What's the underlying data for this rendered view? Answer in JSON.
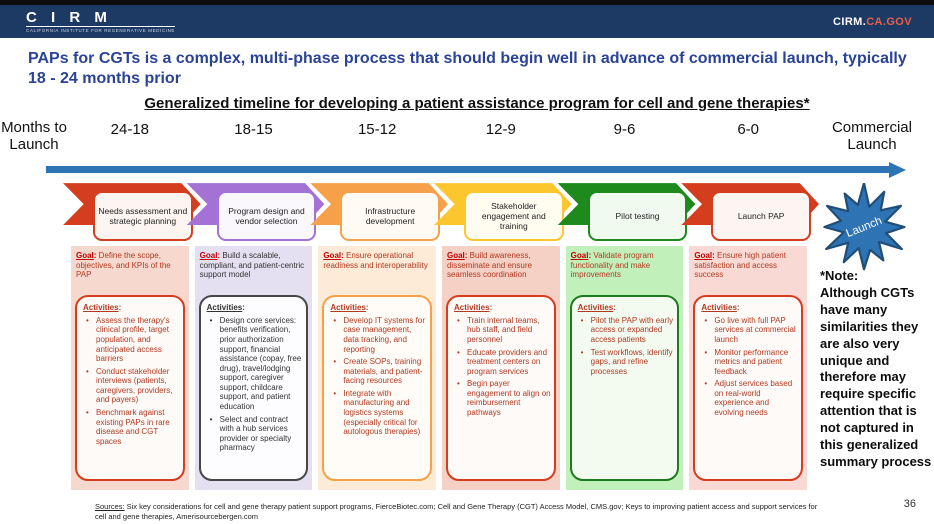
{
  "header": {
    "logo_text": "C I R M",
    "logo_subtext": "california institute for regenerative medicine",
    "site_prefix": "CIRM.",
    "site_suffix": "CA.GOV"
  },
  "title": "PAPs for CGTs is a complex, multi-phase process that should begin well in advance of commercial launch, typically 18 - 24 months prior",
  "subtitle": "Generalized timeline for developing a patient assistance program for cell and gene therapies*",
  "labels": {
    "goal": "Goal",
    "activities": "Activities",
    "colon": ": ",
    "colon2": ":"
  },
  "timeline": {
    "left_label_line1": "Months to",
    "left_label_line2": "Launch",
    "right_label_line1": "Commercial",
    "right_label_line2": "Launch",
    "periods": [
      "24-18",
      "18-15",
      "15-12",
      "12-9",
      "9-6",
      "6-0"
    ],
    "launch_burst": "Launch",
    "arrow_color": "#2e74b5",
    "burst_color": "#2e74b5"
  },
  "phases": [
    {
      "name": "Needs assessment and strategic planning",
      "color": "#d43d1e",
      "goal": "Define the scope, objectives, and KPIs of the PAP",
      "activities": [
        "Assess the therapy's clinical profile, target population, and anticipated access barriers",
        "Conduct stakeholder interviews (patients, caregivers, providers, and payers)",
        "Benchmark against existing PAPs in rare disease and CGT spaces"
      ]
    },
    {
      "name": "Program design and vendor selection",
      "color": "#a372d4",
      "goal": "Build a scalable, compliant, and patient-centric support model",
      "activities": [
        "Design core services: benefits verification, prior authorization support, financial assistance (copay, free drug), travel/lodging support, caregiver support, childcare support, and patient education",
        "Select and contract with a hub services provider or specialty pharmacy"
      ]
    },
    {
      "name": "Infrastructure development",
      "color": "#f6a04a",
      "goal": "Ensure operational readiness and interoperability",
      "activities": [
        "Develop IT systems for case management, data tracking, and reporting",
        "Create SOPs, training materials, and patient-facing resources",
        "Integrate with manufacturing and logistics systems (especially critical for autologous therapies)"
      ]
    },
    {
      "name": "Stakeholder engagement and training",
      "color": "#fcc62f",
      "goal": "Build awareness, disseminate and ensure seamless coordination",
      "activities": [
        "Train internal teams, hub staff, and field personnel",
        "Educate providers and treatment centers on program services",
        "Begin payer engagement to align on reimbursement pathways"
      ]
    },
    {
      "name": "Pilot testing",
      "color": "#1e8a1e",
      "goal": "Validate program functionality and make improvements",
      "activities": [
        "Pilot the PAP with early access or expanded access patients",
        "Test workflows, identify gaps, and refine processes"
      ]
    },
    {
      "name": "Launch PAP",
      "color": "#d43d1e",
      "goal": "Ensure high patient satisfaction and access success",
      "activities": [
        "Go live with full PAP services at commercial launch",
        "Monitor performance metrics and patient feedback",
        "Adjust services based on real-world experience and evolving needs"
      ]
    }
  ],
  "note": {
    "title": "*Note:",
    "body": "Although CGTs have many similarities they are also very unique and therefore may require specific attention that is not captured in this generalized summary process"
  },
  "footer": {
    "sources_label": "Sources:",
    "sources_text": "Six key considerations for cell and gene therapy patient support programs, FierceBiotec.com; Cell and Gene Therapy (CGT) Access Model, CMS.gov; Keys to improving patient access and support services for cell and gene therapies, Amerisourcebergen.com",
    "page_number": "36"
  }
}
